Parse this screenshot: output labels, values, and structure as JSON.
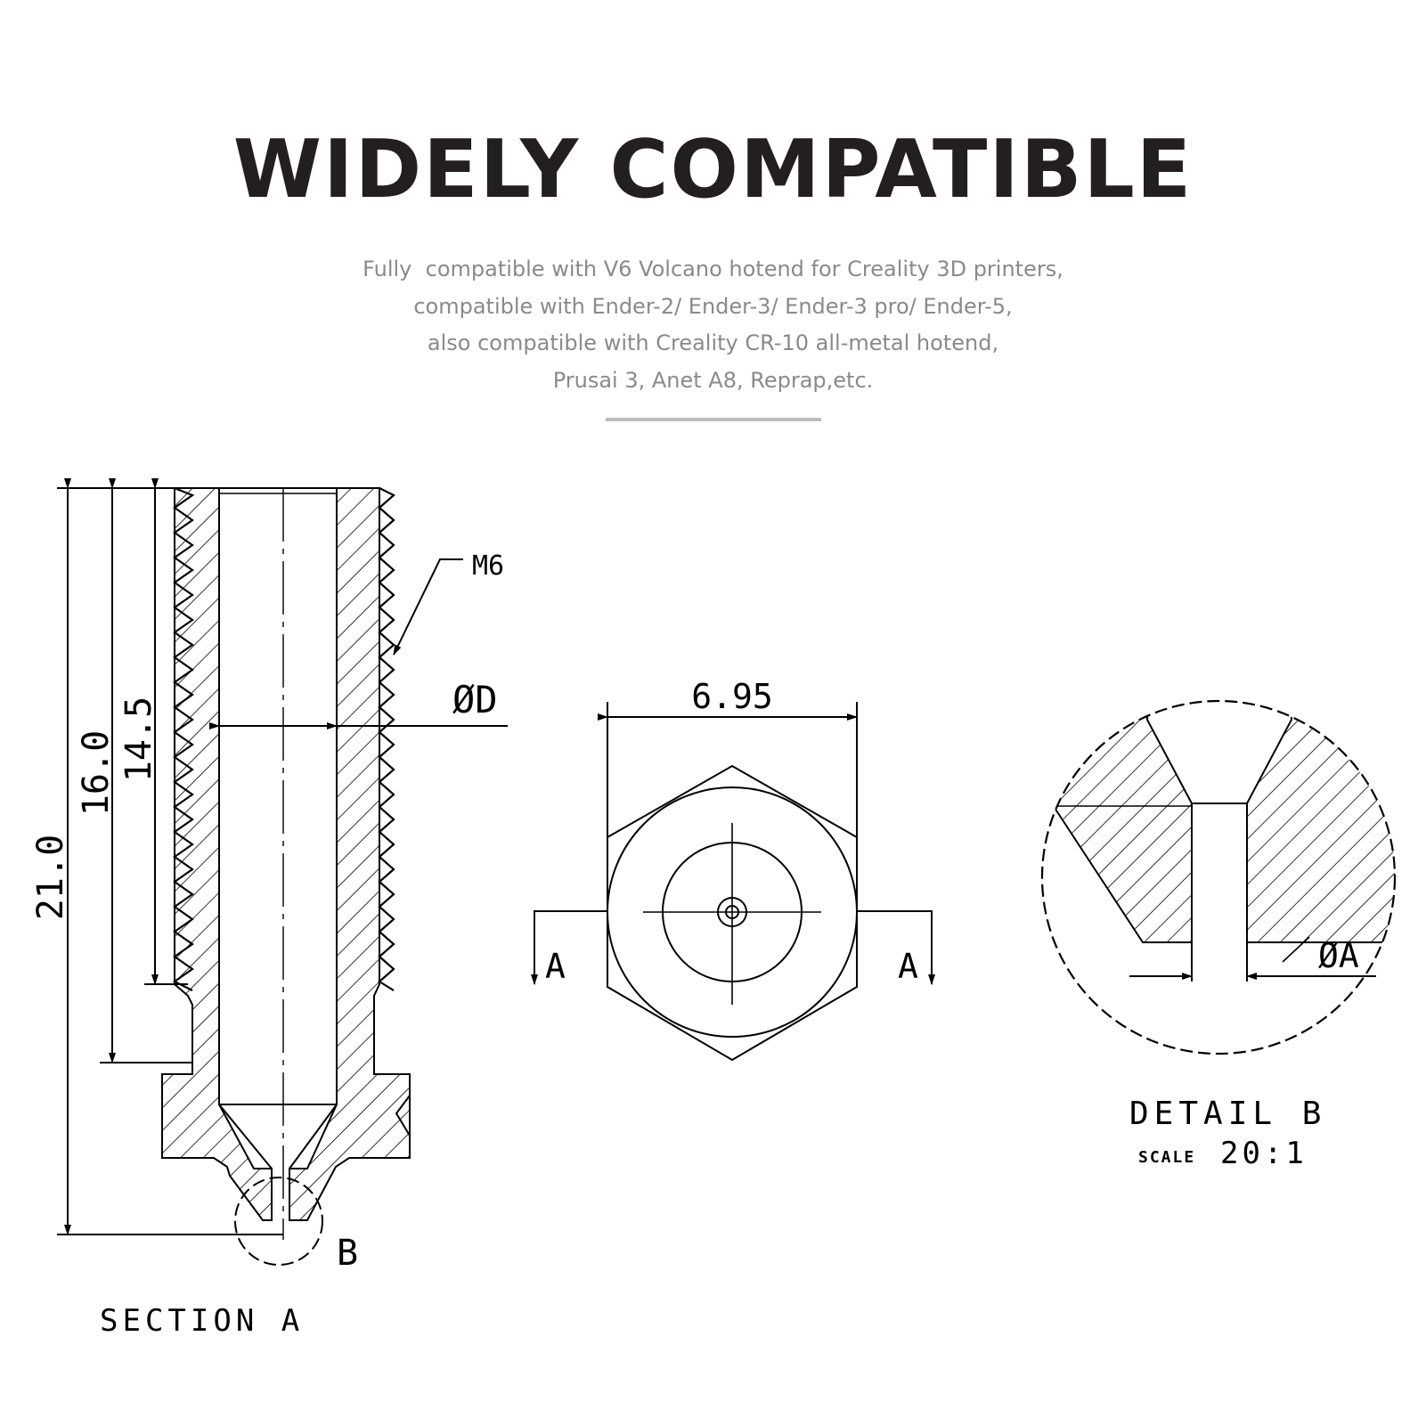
{
  "header": {
    "title": "WIDELY COMPATIBLE",
    "description_lines": [
      "Fully  compatible with V6 Volcano hotend for Creality 3D printers,",
      "compatible with Ender-2/ Ender-3/ Ender-3 pro/ Ender-5,",
      "also compatible with Creality CR-10 all-metal hotend,",
      "Prusai 3, Anet A8, Reprap,etc."
    ]
  },
  "section_view": {
    "dim_total": "21.0",
    "dim_mid": "16.0",
    "dim_thread": "14.5",
    "thread_label": "M6",
    "bore_label": "ØD",
    "detail_marker": "B",
    "caption": "SECTION A"
  },
  "top_view": {
    "width_dim": "6.95",
    "cut_left": "A",
    "cut_right": "A"
  },
  "detail_view": {
    "hole_label": "ØA",
    "caption_title": "DETAIL B",
    "caption_scale_word": "SCALE",
    "caption_scale": "20:1"
  }
}
